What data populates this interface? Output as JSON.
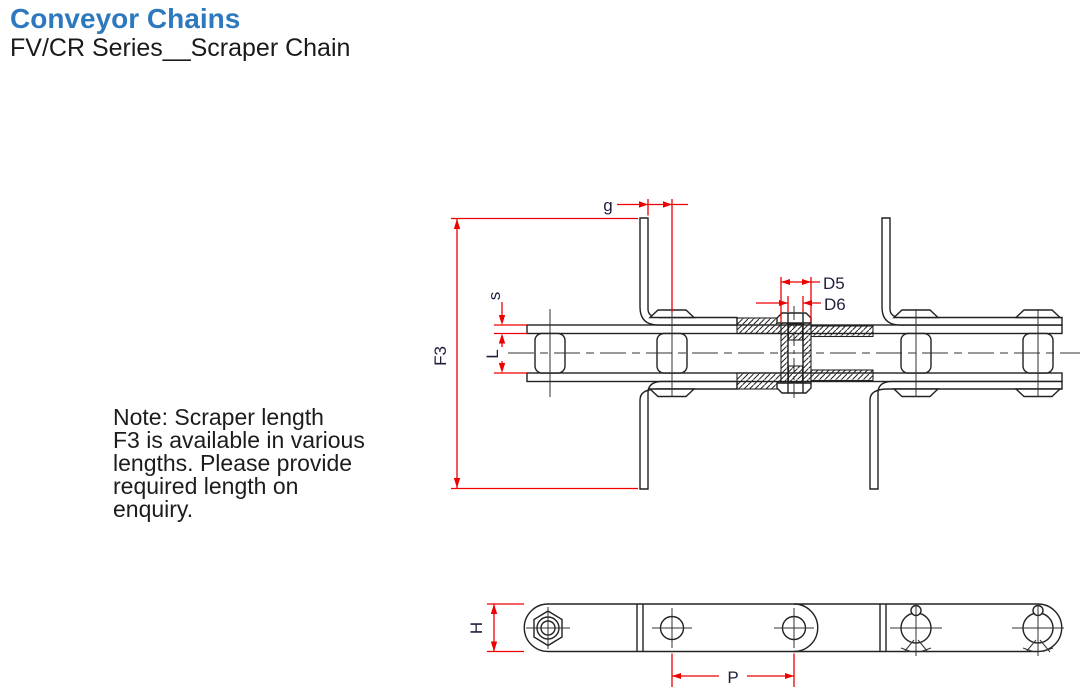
{
  "header": {
    "title": "Conveyor Chains",
    "subtitle": "FV/CR Series__Scraper Chain"
  },
  "note": {
    "lines": [
      "Note: Scraper length",
      "F3 is available in various",
      "lengths. Please provide",
      "required length on",
      "enquiry."
    ]
  },
  "drawing": {
    "labels": {
      "g": "g",
      "d5": "D5",
      "d6": "D6",
      "f3": "F3",
      "s": "s",
      "l": "L",
      "h": "H",
      "p": "P"
    },
    "colors": {
      "title_blue": "#2e79be",
      "dimension_red": "#ee0000",
      "outline_black": "#222222",
      "label_navy": "#1f1f3d"
    }
  }
}
